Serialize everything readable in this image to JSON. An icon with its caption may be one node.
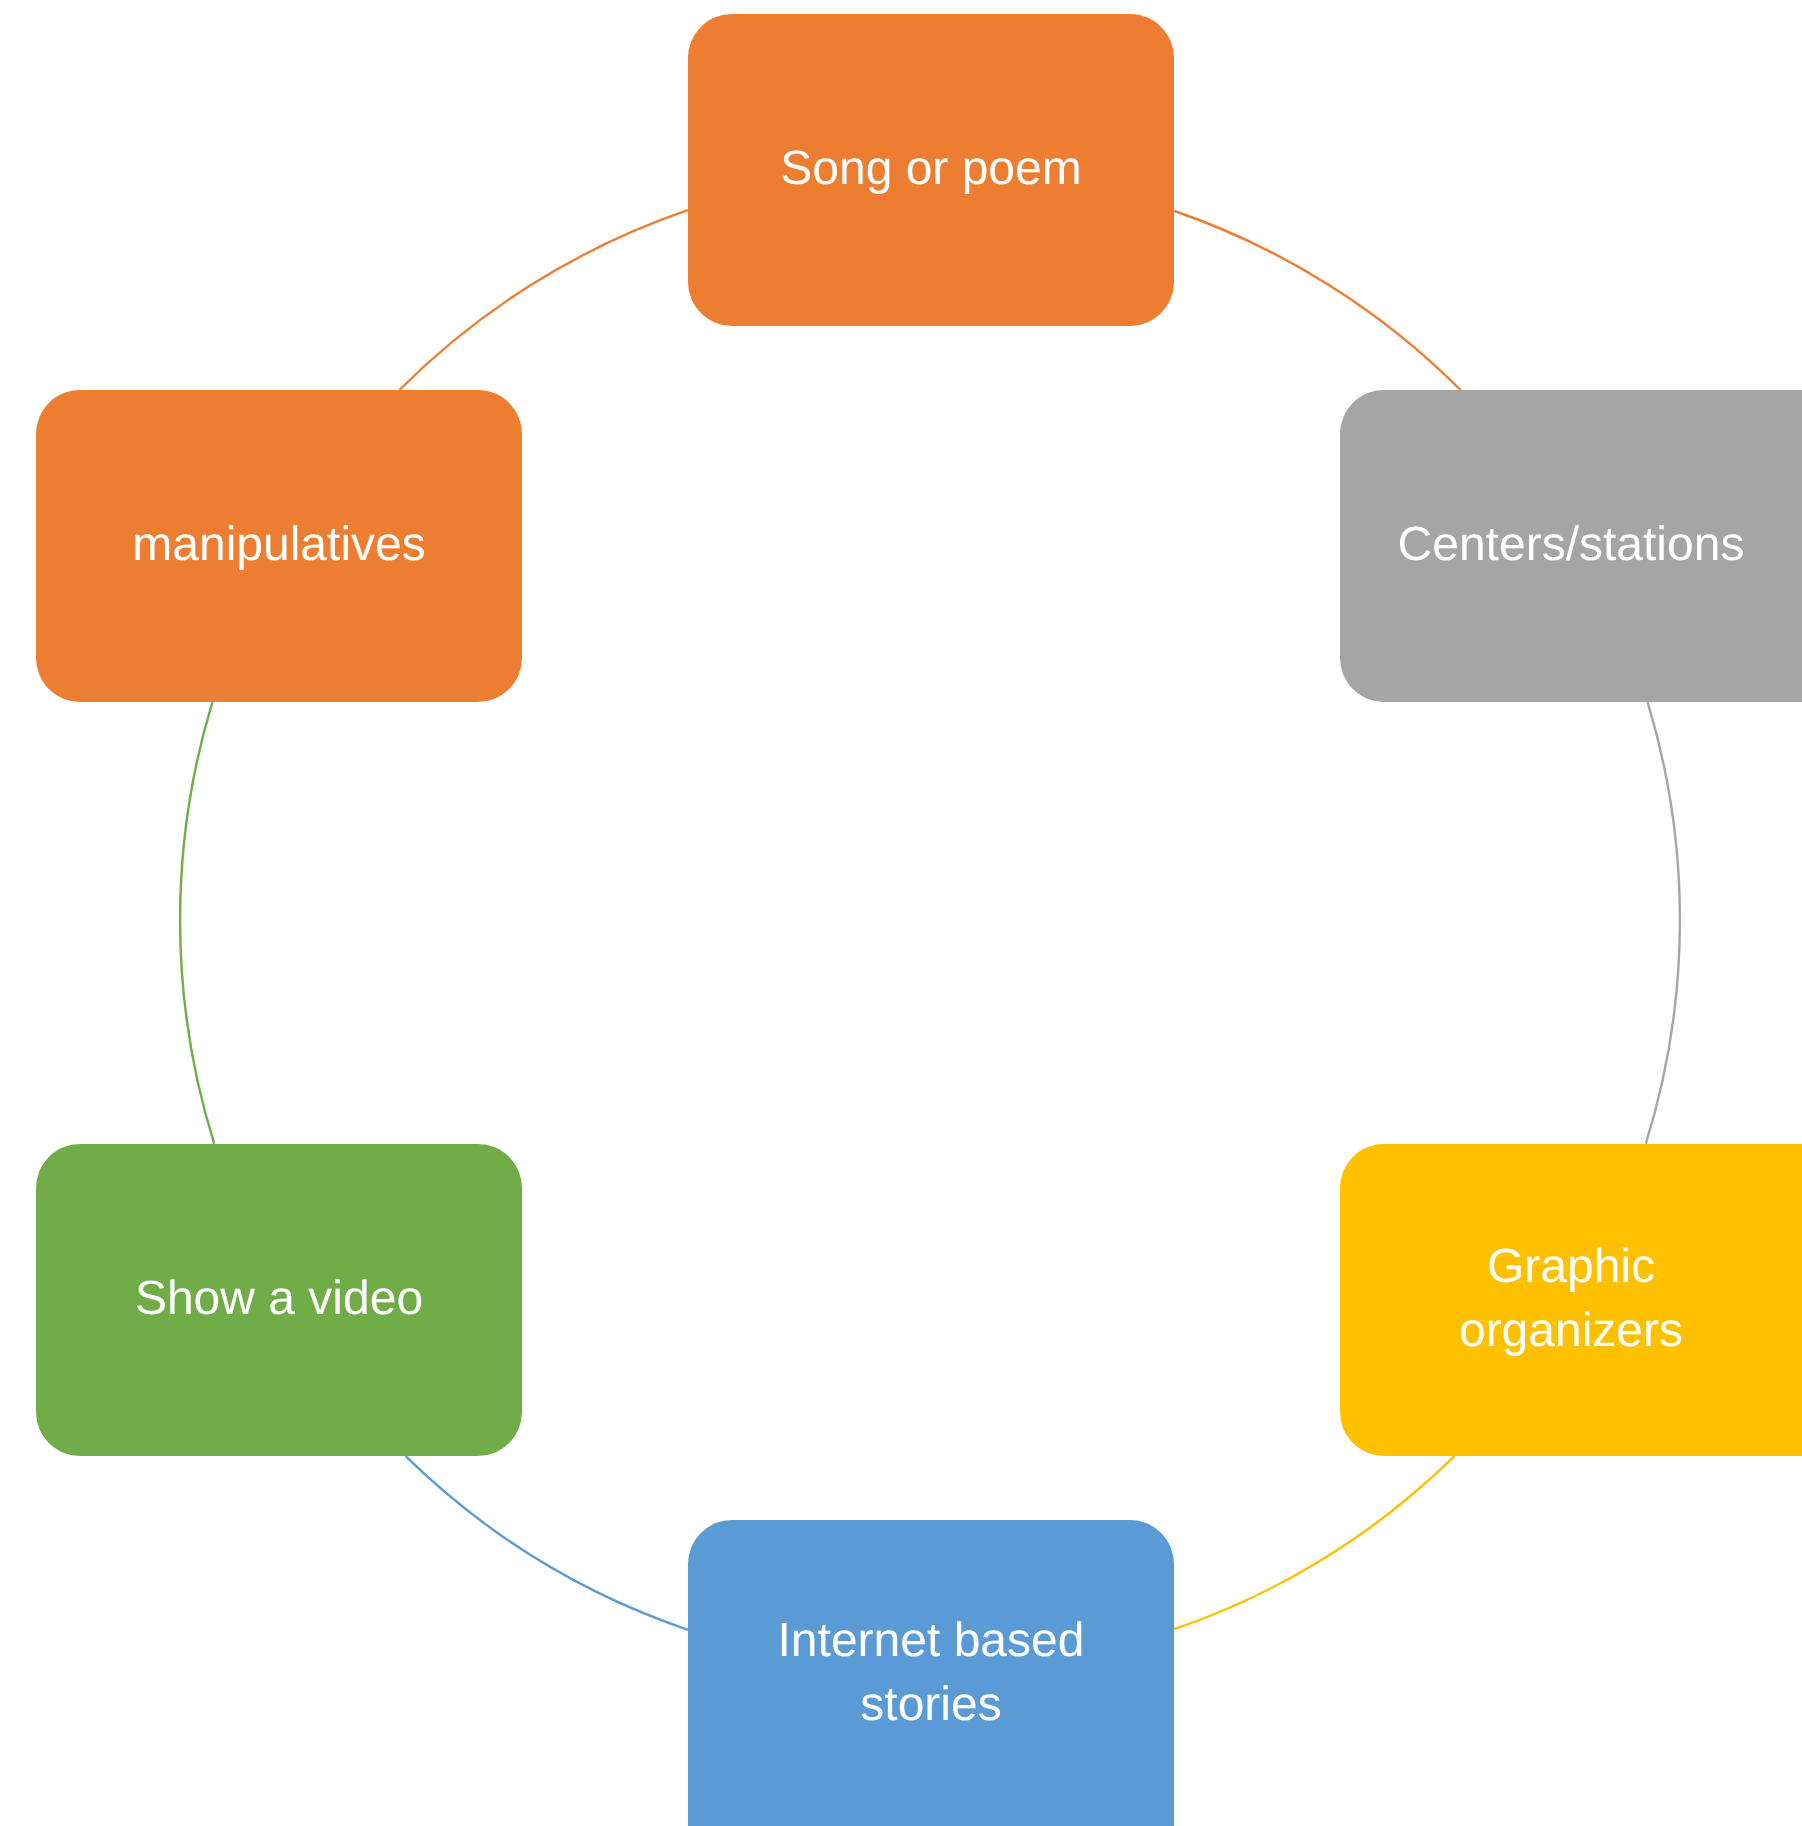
{
  "diagram": {
    "nodes": [
      {
        "text": [
          "Song or poem"
        ]
      },
      {
        "text": [
          "Centers/stations"
        ]
      },
      {
        "text": [
          "Graphic organizers"
        ]
      },
      {
        "text": [
          "Internet based stories"
        ]
      },
      {
        "text": [
          "Show a video"
        ]
      },
      {
        "text": [
          "manipulatives"
        ]
      }
    ],
    "edges": [
      {
        "from": 0,
        "to": 1,
        "arrow": "none",
        "color": "#ed7d31"
      },
      {
        "from": 1,
        "to": 2,
        "arrow": "none",
        "color": "#a5a5a5"
      },
      {
        "from": 2,
        "to": 3,
        "arrow": "none",
        "color": "#ffc000"
      },
      {
        "from": 3,
        "to": 4,
        "arrow": "none",
        "color": "#5b9bd5"
      },
      {
        "from": 4,
        "to": 5,
        "arrow": "none",
        "color": "#70ad47"
      },
      {
        "from": 5,
        "to": 0,
        "arrow": "none",
        "color": "#ed7d31"
      }
    ]
  }
}
